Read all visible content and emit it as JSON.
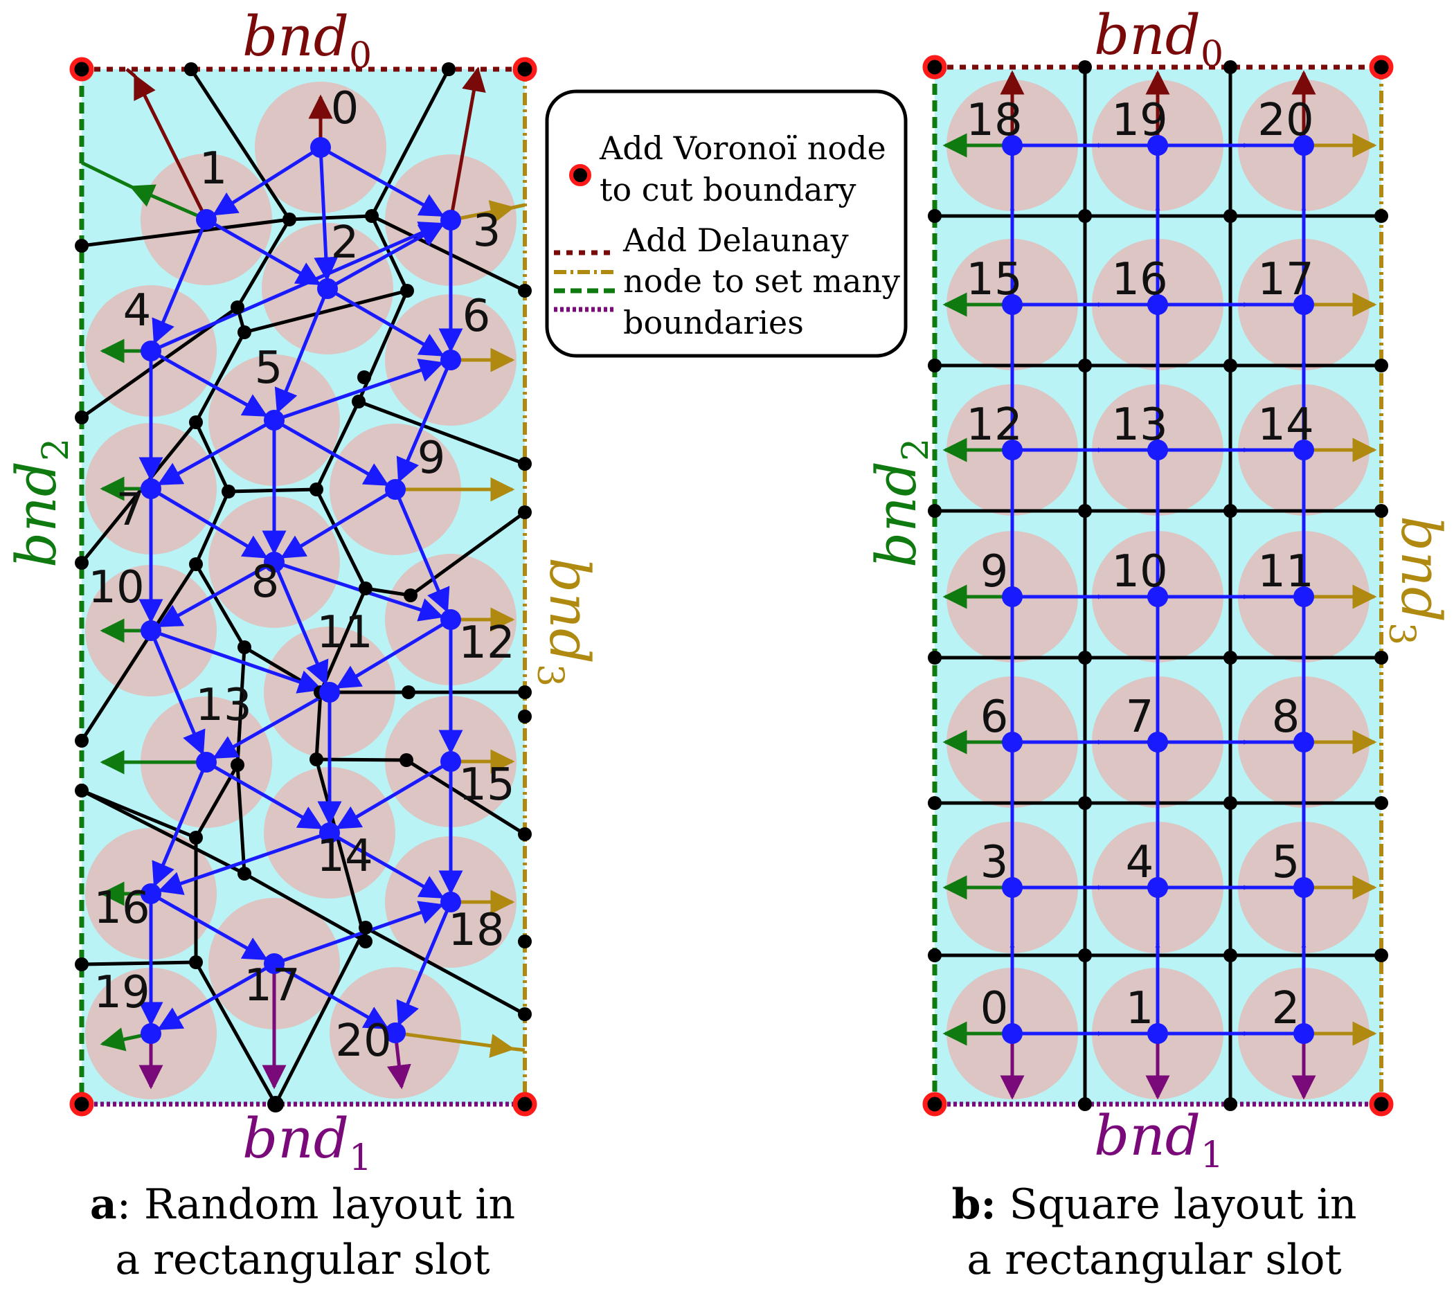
{
  "colors": {
    "slot_fill": "#b9f3f5",
    "cell_fill": "#dcc5c2",
    "voronoi_edge": "#000000",
    "delaunay_edge": "#1a1aff",
    "bnd0": "#7a0a0a",
    "bnd1": "#7a0a7a",
    "bnd2": "#0f7a0f",
    "bnd3": "#b08a10",
    "corner_ring": "#ff1a1a"
  },
  "legend": {
    "line1": "Add Voronoï node",
    "line2": "to cut boundary",
    "line3": "Add Delaunay",
    "line4": "node to set many",
    "line5": "boundaries"
  },
  "panel_a": {
    "bnd0_base": "bnd",
    "bnd0_sub": "0",
    "bnd1_base": "bnd",
    "bnd1_sub": "1",
    "bnd2_base": "bnd",
    "bnd2_sub": "2",
    "bnd3_base": "bnd",
    "bnd3_sub": "3",
    "caption_bold": "a",
    "caption_rest": ": Random layout in",
    "caption_line2": "a rectangular slot",
    "labels": [
      "0",
      "1",
      "2",
      "3",
      "4",
      "5",
      "6",
      "7",
      "8",
      "9",
      "10",
      "11",
      "12",
      "13",
      "14",
      "15",
      "16",
      "17",
      "18",
      "19",
      "20"
    ]
  },
  "panel_b": {
    "bnd0_base": "bnd",
    "bnd0_sub": "0",
    "bnd1_base": "bnd",
    "bnd1_sub": "1",
    "bnd2_base": "bnd",
    "bnd2_sub": "2",
    "bnd3_base": "bnd",
    "bnd3_sub": "3",
    "caption_bold": "b:",
    "caption_rest": " Square layout in",
    "caption_line2": "a rectangular slot",
    "labels": [
      "0",
      "1",
      "2",
      "3",
      "4",
      "5",
      "6",
      "7",
      "8",
      "9",
      "10",
      "11",
      "12",
      "13",
      "14",
      "15",
      "16",
      "17",
      "18",
      "19",
      "20"
    ]
  }
}
